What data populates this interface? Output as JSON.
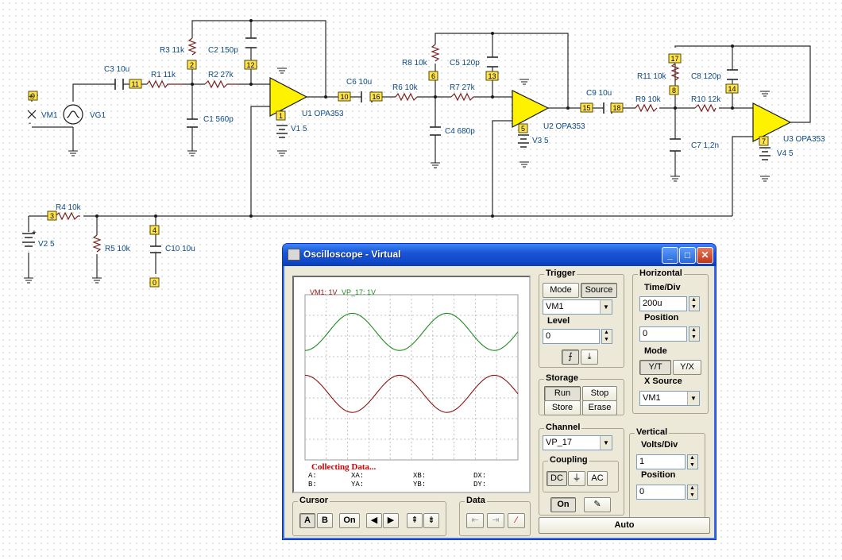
{
  "schematic": {
    "components": [
      "R3 11k",
      "C2 150p",
      "C3 10u",
      "R1 11k",
      "R2 27k",
      "C1 560p",
      "VM1",
      "VG1",
      "U1 OPA353",
      "V1 5",
      "C6 10u",
      "R6 10k",
      "R8 10k",
      "C5 120p",
      "R7 27k",
      "C4 680p",
      "U2 OPA353",
      "V3 5",
      "C9 10u",
      "R9 10k",
      "R11 10k",
      "C8 120p",
      "R10 12k",
      "C7 1,2n",
      "U3 OPA353",
      "V4 5",
      "R4 10k",
      "V2 5",
      "R5 10k",
      "C10 10u"
    ],
    "nodes": [
      "9",
      "11",
      "2",
      "12",
      "1",
      "10",
      "16",
      "6",
      "13",
      "5",
      "15",
      "18",
      "17",
      "8",
      "14",
      "7",
      "3",
      "4",
      "0"
    ],
    "plus_sign": "+",
    "minus_sign": "-"
  },
  "window": {
    "title": "Oscilloscope - Virtual",
    "controls": {
      "minimize": "minimize",
      "maximize": "maximize",
      "close": "close"
    }
  },
  "display": {
    "legend_vm": "VM1: 1V",
    "legend_vp": "VP_17: 1V",
    "status": "Collecting Data...",
    "cursor_labels": {
      "A": "A:",
      "B": "B:",
      "XA": "XA:",
      "YA": "YA:",
      "XB": "XB:",
      "YB": "YB:",
      "DX": "DX:",
      "DY": "DY:"
    },
    "colors": {
      "vm1": "#1f8a1f",
      "vp17": "#8a1414",
      "status": "#cc0000"
    }
  },
  "chart_data": {
    "type": "line",
    "xlim": [
      0,
      10
    ],
    "ylim": [
      -4,
      4
    ],
    "series": [
      {
        "name": "VM1: 1V",
        "cycles": 2.25,
        "offset": 2.2,
        "amplitude": 0.9,
        "phase": -1.57
      },
      {
        "name": "VP_17: 1V",
        "cycles": 2.25,
        "offset": -0.8,
        "amplitude": 0.9,
        "phase": 1.57
      }
    ]
  },
  "trigger": {
    "group": "Trigger",
    "mode": "Mode",
    "source": "Source",
    "source_value": "VM1",
    "level_label": "Level",
    "level_value": "0"
  },
  "storage": {
    "group": "Storage",
    "run": "Run",
    "stop": "Stop",
    "store": "Store",
    "erase": "Erase"
  },
  "channel": {
    "group": "Channel",
    "value": "VP_17",
    "coupling": "Coupling",
    "dc": "DC",
    "ac": "AC",
    "on": "On"
  },
  "cursor": {
    "group": "Cursor",
    "a": "A",
    "b": "B",
    "on": "On"
  },
  "data_group": {
    "group": "Data"
  },
  "horizontal": {
    "group": "Horizontal",
    "time_div_label": "Time/Div",
    "time_div_value": "200u",
    "position_label": "Position",
    "position_value": "0",
    "mode_label": "Mode",
    "yt": "Y/T",
    "yx": "Y/X",
    "xsource_label": "X Source",
    "xsource_value": "VM1"
  },
  "vertical": {
    "group": "Vertical",
    "volts_div_label": "Volts/Div",
    "volts_div_value": "1",
    "position_label": "Position",
    "position_value": "0"
  },
  "auto": "Auto"
}
